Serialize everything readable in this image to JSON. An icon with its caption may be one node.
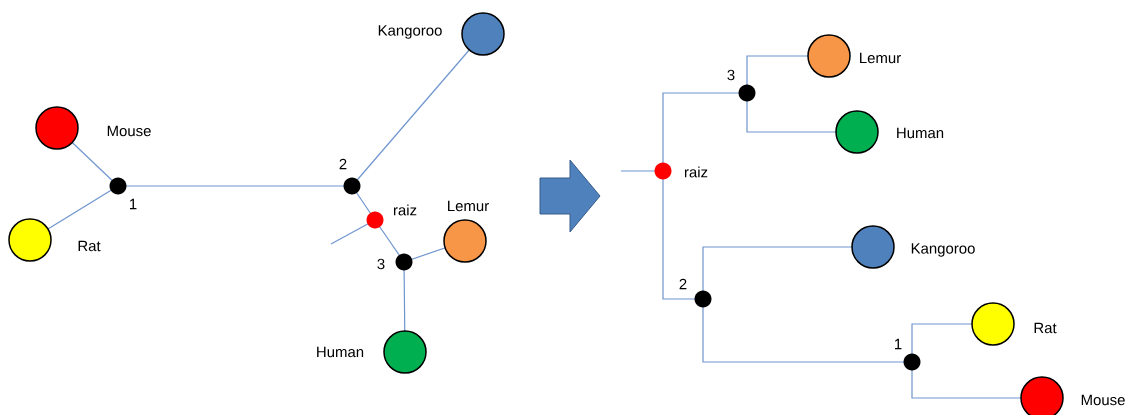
{
  "diagram": {
    "nodes": [
      {
        "text": [
          "Mouse"
        ]
      },
      {
        "text": [
          "Rat"
        ]
      },
      {
        "text": [
          "1"
        ]
      },
      {
        "text": [
          "Kangoroo"
        ]
      },
      {
        "text": [
          "2"
        ]
      },
      {
        "text": [
          "raiz"
        ]
      },
      {
        "text": [
          "3"
        ]
      },
      {
        "text": [
          "Lemur"
        ]
      },
      {
        "text": [
          "Human"
        ]
      },
      {
        "text": [
          "Lemur"
        ]
      },
      {
        "text": [
          "3"
        ]
      },
      {
        "text": [
          "Human"
        ]
      },
      {
        "text": [
          "raiz"
        ]
      },
      {
        "text": [
          "Kangoroo"
        ]
      },
      {
        "text": [
          "2"
        ]
      },
      {
        "text": [
          "Rat"
        ]
      },
      {
        "text": [
          "1"
        ]
      },
      {
        "text": [
          "Mouse"
        ]
      }
    ],
    "edges": [
      {
        "from": 2,
        "to": 0,
        "arrow": "none"
      },
      {
        "from": 2,
        "to": 1,
        "arrow": "none"
      },
      {
        "from": 2,
        "to": 4,
        "arrow": "none"
      },
      {
        "from": 4,
        "to": 3,
        "arrow": "none"
      },
      {
        "from": 4,
        "to": 5,
        "arrow": "none"
      },
      {
        "from": 5,
        "to": 6,
        "arrow": "none"
      },
      {
        "from": 6,
        "to": 7,
        "arrow": "none"
      },
      {
        "from": 6,
        "to": 8,
        "arrow": "none"
      },
      {
        "from": 5,
        "to": null,
        "arrow": "none"
      },
      {
        "from": 12,
        "to": 10,
        "arrow": "none"
      },
      {
        "from": 10,
        "to": 9,
        "arrow": "none"
      },
      {
        "from": 10,
        "to": 11,
        "arrow": "none"
      },
      {
        "from": 12,
        "to": 14,
        "arrow": "none"
      },
      {
        "from": 14,
        "to": 13,
        "arrow": "none"
      },
      {
        "from": 14,
        "to": 16,
        "arrow": "none"
      },
      {
        "from": 16,
        "to": 15,
        "arrow": "none"
      },
      {
        "from": 16,
        "to": 17,
        "arrow": "none"
      },
      {
        "from": 12,
        "to": null,
        "arrow": "none"
      }
    ]
  }
}
